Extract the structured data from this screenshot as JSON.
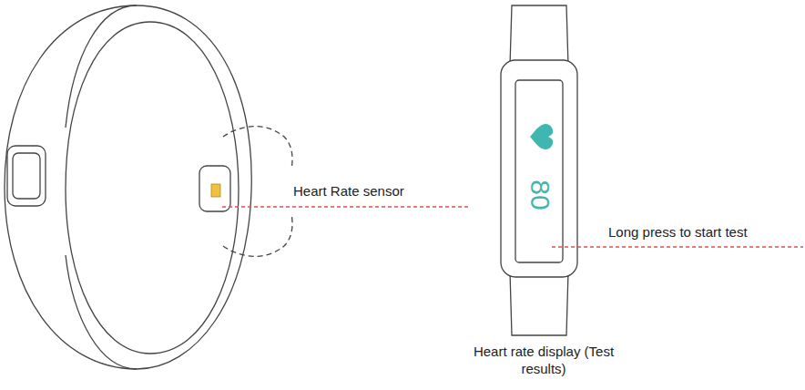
{
  "diagram": {
    "labels": [
      "Heart Rate sensor",
      "Long press to start test",
      "Heart rate display (Test results)",
      "80"
    ]
  }
}
